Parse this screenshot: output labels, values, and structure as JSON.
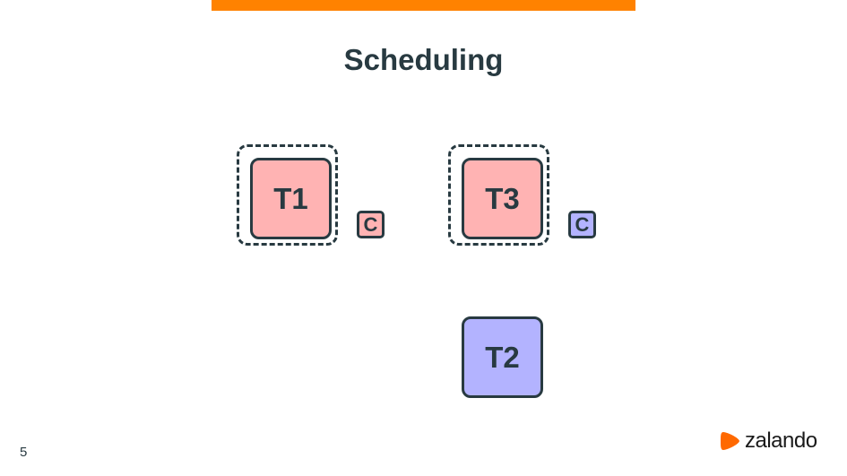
{
  "slide": {
    "title": "Scheduling",
    "page_number": "5",
    "accent_color": "#ff8200"
  },
  "diagram": {
    "tasks": [
      {
        "label": "T1",
        "color": "#ffb3b3",
        "grouped": true
      },
      {
        "label": "T3",
        "color": "#ffb3b3",
        "grouped": true
      },
      {
        "label": "T2",
        "color": "#b3b3ff",
        "grouped": false
      }
    ],
    "chips": [
      {
        "label": "C",
        "color": "#ffb3b3"
      },
      {
        "label": "C",
        "color": "#b3b3ff"
      }
    ]
  },
  "logo": {
    "text": "zalando",
    "icon": "zalando-flag-icon",
    "color": "#ff6900"
  }
}
